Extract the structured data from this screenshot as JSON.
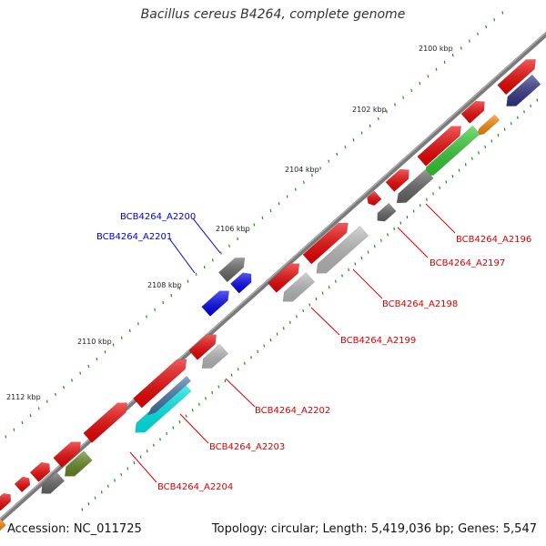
{
  "title": "Bacillus cereus B4264, complete genome",
  "accession": "Accession: NC_011725",
  "summary": "Topology: circular; Length: 5,419,036 bp; Genes: 5,547",
  "ticks": [
    "2100 kbp",
    "2102 kbp",
    "2104 kbp",
    "2106 kbp",
    "2108 kbp",
    "2110 kbp",
    "2112 kbp"
  ],
  "gene_labels": [
    {
      "text": "BCB4264_A2196",
      "color": "#dd0000"
    },
    {
      "text": "BCB4264_A2197",
      "color": "#dd0000"
    },
    {
      "text": "BCB4264_A2198",
      "color": "#dd0000"
    },
    {
      "text": "BCB4264_A2199",
      "color": "#dd0000"
    },
    {
      "text": "BCB4264_A2200",
      "color": "#0000cc"
    },
    {
      "text": "BCB4264_A2201",
      "color": "#0000cc"
    },
    {
      "text": "BCB4264_A2202",
      "color": "#dd0000"
    },
    {
      "text": "BCB4264_A2203",
      "color": "#dd0000"
    },
    {
      "text": "BCB4264_A2204",
      "color": "#dd0000"
    }
  ],
  "colors": {
    "backbone": "#808080",
    "cds": "#ee0000",
    "gray": "#666666",
    "light_gray": "#bbbbbb",
    "blue": "#0000ee",
    "green": "#33cc33",
    "orange": "#ff8800",
    "navy": "#333388",
    "cyan": "#00eeee",
    "olive": "#668822",
    "steel": "#4477aa",
    "tick": "#228822"
  }
}
